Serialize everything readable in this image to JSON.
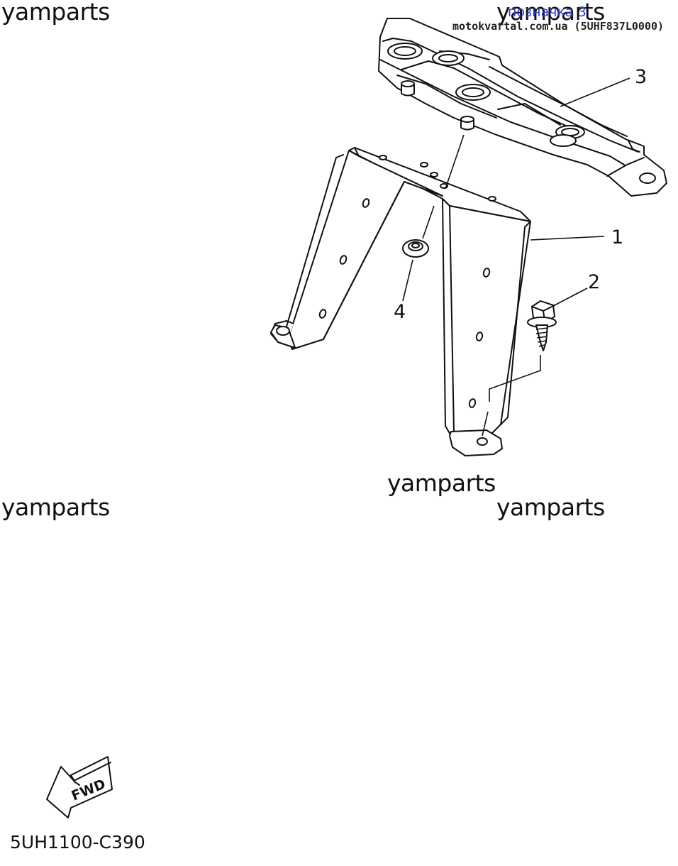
{
  "watermarks": [
    "yamparts",
    "yamparts",
    "yamparts",
    "yamparts",
    "yamparts"
  ],
  "badge": "позначка 3",
  "source": "motokvartal.com.ua (5UHF837L0000)",
  "callouts": [
    "1",
    "2",
    "3",
    "4"
  ],
  "fwd": "FWD",
  "diagram_code": "5UH1100-C390"
}
